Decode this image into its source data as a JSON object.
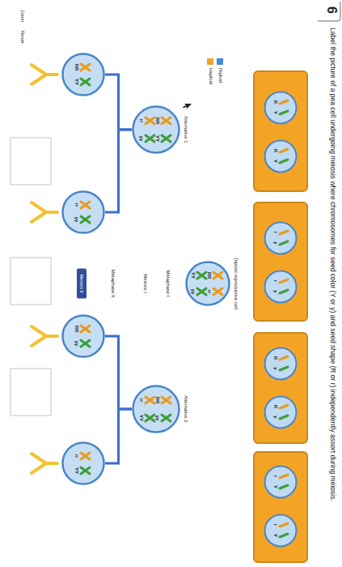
{
  "diagram": {
    "title": "Label the picture of a pea cell undergoing meiosis where chromosomes for seed color (Y or y) and seed shape (R or r) independently assort during meiosis.",
    "nodes": [
      {
        "text": [
          "Diploid reproductive cell",
          "RR",
          "rr",
          "YY",
          "yy"
        ]
      },
      {
        "text": [
          "Alternative 1",
          "RR",
          "YY",
          "rr",
          "yy"
        ]
      },
      {
        "text": [
          "Alternative 2",
          "RR",
          "yy",
          "rr",
          "YY"
        ]
      },
      {
        "text": [
          "RR",
          "YY"
        ]
      },
      {
        "text": [
          "rr",
          "yy"
        ]
      },
      {
        "text": [
          "RR",
          "yy"
        ]
      },
      {
        "text": [
          "rr",
          "YY"
        ]
      },
      {
        "text": [
          "R",
          "Y"
        ]
      },
      {
        "text": [
          "R",
          "Y"
        ]
      },
      {
        "text": [
          "r",
          "y"
        ]
      },
      {
        "text": [
          "r",
          "y"
        ]
      },
      {
        "text": [
          "R",
          "y"
        ]
      },
      {
        "text": [
          "R",
          "y"
        ]
      },
      {
        "text": [
          "r",
          "Y"
        ]
      },
      {
        "text": [
          "r",
          "Y"
        ]
      }
    ],
    "edges": [
      {
        "from": 1,
        "to": 3,
        "arrow": "none"
      },
      {
        "from": 1,
        "to": 4,
        "arrow": "none"
      },
      {
        "from": 2,
        "to": 5,
        "arrow": "none"
      },
      {
        "from": 2,
        "to": 6,
        "arrow": "none"
      }
    ],
    "labels": [
      "6",
      "Metaphase I",
      "Meiosis I",
      "Metaphase II",
      "Meiosis II",
      "Zoom",
      "Reset"
    ],
    "legend": [
      {
        "text": "Diploid",
        "color": "#4a8ad8"
      },
      {
        "text": "Haploid",
        "color": "#f0a226"
      }
    ]
  }
}
